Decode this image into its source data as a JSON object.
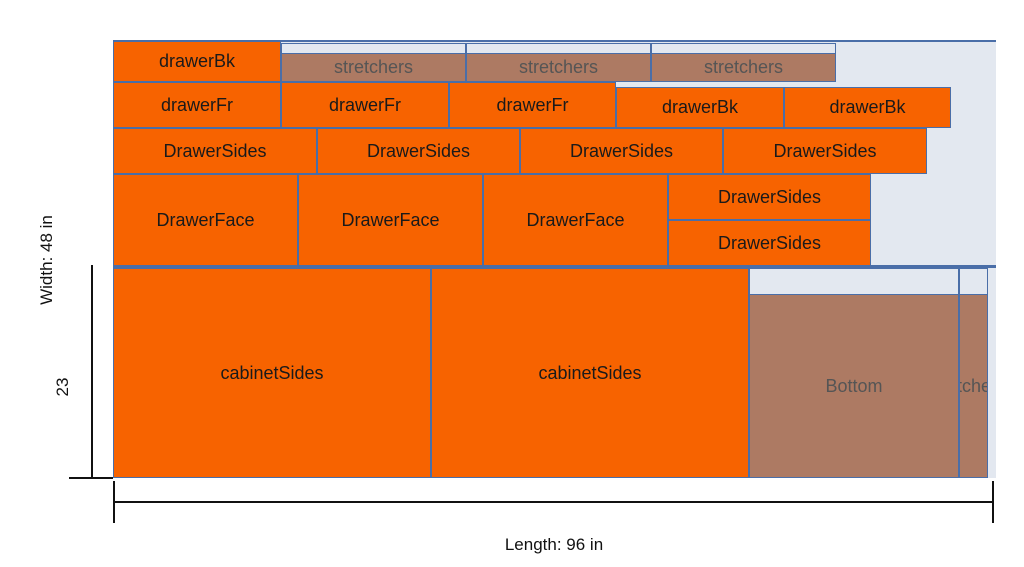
{
  "sheets": [
    {
      "rows": [
        [
          {
            "label": "drawerBk",
            "kind": "cut"
          },
          {
            "label": "stretchers",
            "kind": "ply"
          },
          {
            "label": "stretchers",
            "kind": "ply"
          },
          {
            "label": "stretchers",
            "kind": "ply"
          }
        ],
        [
          {
            "label": "drawerFr",
            "kind": "cut"
          },
          {
            "label": "drawerFr",
            "kind": "cut"
          },
          {
            "label": "drawerFr",
            "kind": "cut"
          },
          {
            "label": "drawerBk",
            "kind": "cut"
          },
          {
            "label": "drawerBk",
            "kind": "cut"
          }
        ],
        [
          {
            "label": "DrawerSides",
            "kind": "cut"
          },
          {
            "label": "DrawerSides",
            "kind": "cut"
          },
          {
            "label": "DrawerSides",
            "kind": "cut"
          },
          {
            "label": "DrawerSides",
            "kind": "cut"
          }
        ],
        [
          {
            "label": "DrawerFace",
            "kind": "cut"
          },
          {
            "label": "DrawerFace",
            "kind": "cut"
          },
          {
            "label": "DrawerFace",
            "kind": "cut"
          },
          {
            "label": "DrawerSides",
            "kind": "cut"
          },
          {
            "label": "DrawerSides",
            "kind": "cut"
          }
        ]
      ]
    },
    {
      "pieces": [
        {
          "label": "cabinetSides",
          "kind": "cut"
        },
        {
          "label": "cabinetSides",
          "kind": "cut"
        },
        {
          "label": "Bottom",
          "kind": "ply"
        },
        {
          "label": "stretchers",
          "kind": "ply"
        }
      ]
    }
  ],
  "dimensions": {
    "width_label": "Width: 48 in",
    "length_label": "Length: 96 in",
    "height_value": "23"
  },
  "colors": {
    "cut_piece": "#f76300",
    "plywood_piece": "#ad7a63",
    "sheet_background": "#e3e8f0",
    "outline": "#4a6ea8"
  }
}
